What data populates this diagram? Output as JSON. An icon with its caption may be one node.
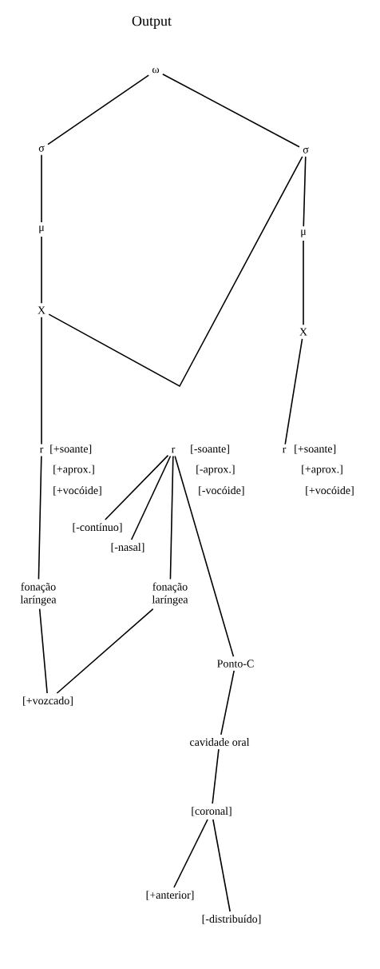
{
  "diagram": {
    "title": "Output",
    "nodes": [
      {
        "text": [
          "ω"
        ]
      },
      {
        "text": [
          "σ"
        ]
      },
      {
        "text": [
          "σ"
        ]
      },
      {
        "text": [
          "μ"
        ]
      },
      {
        "text": [
          "μ"
        ]
      },
      {
        "text": [
          "X"
        ]
      },
      {
        "text": [
          "X"
        ]
      },
      {
        "text": [
          "r"
        ],
        "beside": [
          "[+soante]",
          "[+aprox.]",
          "[+vocóide]"
        ]
      },
      {
        "text": [
          "r"
        ],
        "beside": [
          "[-soante]",
          "[-aprox.]",
          "[-vocóide]"
        ]
      },
      {
        "text": [
          "r"
        ],
        "beside": [
          "[+soante]",
          "[+aprox.]",
          "[+vocóide]"
        ]
      },
      {
        "text": [
          "[-contínuo]"
        ]
      },
      {
        "text": [
          "[-nasal]"
        ]
      },
      {
        "text": [
          "fonação laríngea"
        ]
      },
      {
        "text": [
          "fonação laríngea"
        ]
      },
      {
        "text": [
          "Ponto-C"
        ]
      },
      {
        "text": [
          "[+vozcado]"
        ]
      },
      {
        "text": [
          "cavidade oral"
        ]
      },
      {
        "text": [
          "[coronal]"
        ]
      },
      {
        "text": [
          "[+anterior]"
        ]
      },
      {
        "text": [
          "[-distribuído]"
        ]
      }
    ],
    "edges": [
      {
        "from": 0,
        "to": 1,
        "arrow": "none"
      },
      {
        "from": 0,
        "to": 2,
        "arrow": "none"
      },
      {
        "from": 1,
        "to": 3,
        "arrow": "none"
      },
      {
        "from": 2,
        "to": 4,
        "arrow": "none"
      },
      {
        "from": 3,
        "to": 5,
        "arrow": "none"
      },
      {
        "from": 4,
        "to": 6,
        "arrow": "none"
      },
      {
        "from": 5,
        "to": 2,
        "arrow": "none"
      },
      {
        "from": 5,
        "to": 7,
        "arrow": "none"
      },
      {
        "from": 6,
        "to": 9,
        "arrow": "none"
      },
      {
        "from": 8,
        "to": 10,
        "arrow": "none"
      },
      {
        "from": 8,
        "to": 11,
        "arrow": "none"
      },
      {
        "from": 8,
        "to": 13,
        "arrow": "none"
      },
      {
        "from": 8,
        "to": 14,
        "arrow": "none"
      },
      {
        "from": 7,
        "to": 12,
        "arrow": "none"
      },
      {
        "from": 12,
        "to": 15,
        "arrow": "none"
      },
      {
        "from": 13,
        "to": 15,
        "arrow": "none"
      },
      {
        "from": 14,
        "to": 16,
        "arrow": "none"
      },
      {
        "from": 16,
        "to": 17,
        "arrow": "none"
      },
      {
        "from": 17,
        "to": 18,
        "arrow": "none"
      },
      {
        "from": 17,
        "to": 19,
        "arrow": "none"
      }
    ]
  }
}
